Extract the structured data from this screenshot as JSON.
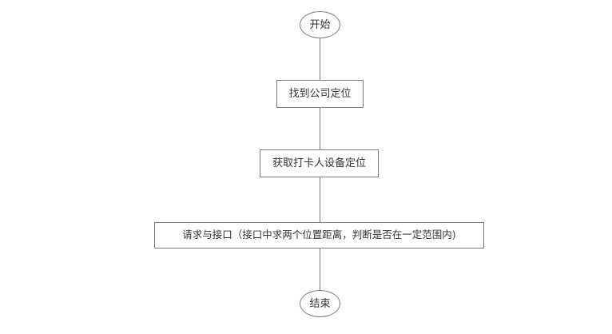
{
  "flowchart": {
    "start": "开始",
    "steps": [
      "找到公司定位",
      "获取打卡人设备定位",
      "请求与接口（接口中求两个位置距离，判断是否在一定范围内)"
    ],
    "end": "结束",
    "colors": {
      "stroke": "#7a7a7a",
      "text": "#333333",
      "fill": "#ffffff"
    }
  }
}
